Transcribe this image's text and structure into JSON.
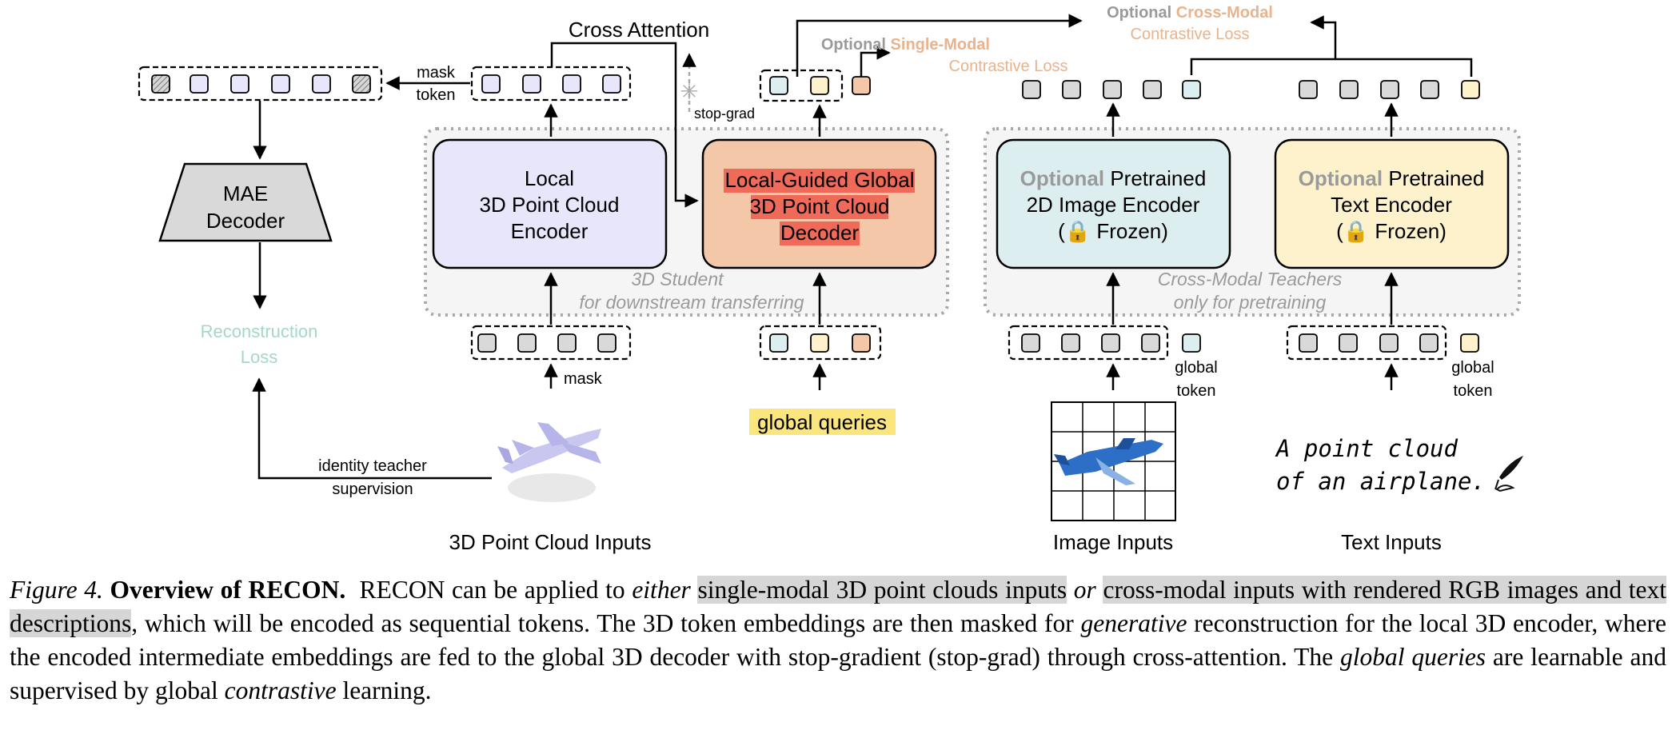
{
  "figure": {
    "cross_attention": "Cross Attention",
    "mask_token_1": "mask",
    "mask_token_2": "token",
    "stop_grad": "stop-grad",
    "mae_1": "MAE",
    "mae_2": "Decoder",
    "recon_1": "Reconstruction",
    "recon_2": "Loss",
    "local_enc": [
      "Local",
      "3D Point Cloud",
      "Encoder"
    ],
    "global_dec": [
      "Local-Guided Global",
      "3D Point Cloud",
      "Decoder"
    ],
    "student_1": "3D Student",
    "student_2": "for downstream transferring",
    "mask_label": "mask",
    "global_queries": "global queries",
    "single_modal_a": "Optional",
    "single_modal_b": "Single-Modal",
    "single_modal_c": "Contrastive Loss",
    "cross_modal_a": "Optional",
    "cross_modal_b": "Cross-Modal",
    "cross_modal_c": "Contrastive Loss",
    "img_enc_a": "Optional",
    "img_enc_b": "Pretrained",
    "img_enc_2": "2D Image Encoder",
    "img_enc_3": "Frozen)",
    "txt_enc_a": "Optional",
    "txt_enc_b": "Pretrained",
    "txt_enc_2": "Text Encoder",
    "txt_enc_3": "Frozen)",
    "teachers_1": "Cross-Modal Teachers",
    "teachers_2": "only for pretraining",
    "global_token_1": "global",
    "global_token_2": "token",
    "identity_1": "identity teacher",
    "identity_2": "supervision",
    "pc_inputs": "3D Point Cloud Inputs",
    "img_inputs": "Image Inputs",
    "txt_inputs": "Text Inputs",
    "text_sample_1": "A point cloud",
    "text_sample_2": "of an airplane.",
    "colors": {
      "lavender": "#e8e6fb",
      "salmon": "#f3c7a8",
      "light_blue": "#ddeef1",
      "light_yellow": "#fdf2cc",
      "grey_token": "#d9d9d9",
      "red_highlight": "#f06a5a",
      "yellow_highlight": "#fbe57d",
      "orange_text": "#e8b38d",
      "teal_text": "#a4d8c6"
    }
  },
  "caption": {
    "fig_label": "Figure 4.",
    "title_a": "Overview of R",
    "title_b": "E",
    "title_c": "C",
    "title_d": "ON",
    "title_e": ".",
    "p1": "R",
    "p1b": "E",
    "p1c": "C",
    "p1d": "ON",
    "p2": " can be applied to ",
    "either": "either",
    "hl1": "single-modal 3D point clouds inputs",
    "or": "or",
    "hl2": "cross-modal inputs with rendered RGB images and text descriptions",
    "p3": ", which will be encoded as sequential tokens. The 3D token embeddings are then masked for ",
    "generative": "generative",
    "p4": " reconstruction for the local 3D encoder, where the encoded intermediate embeddings are fed to the global 3D decoder with stop-gradient (stop-grad) through cross-attention. The ",
    "global_queries": "global queries",
    "p5": " are learnable and supervised by global ",
    "contrastive": "contrastive",
    "p6": " learning."
  }
}
